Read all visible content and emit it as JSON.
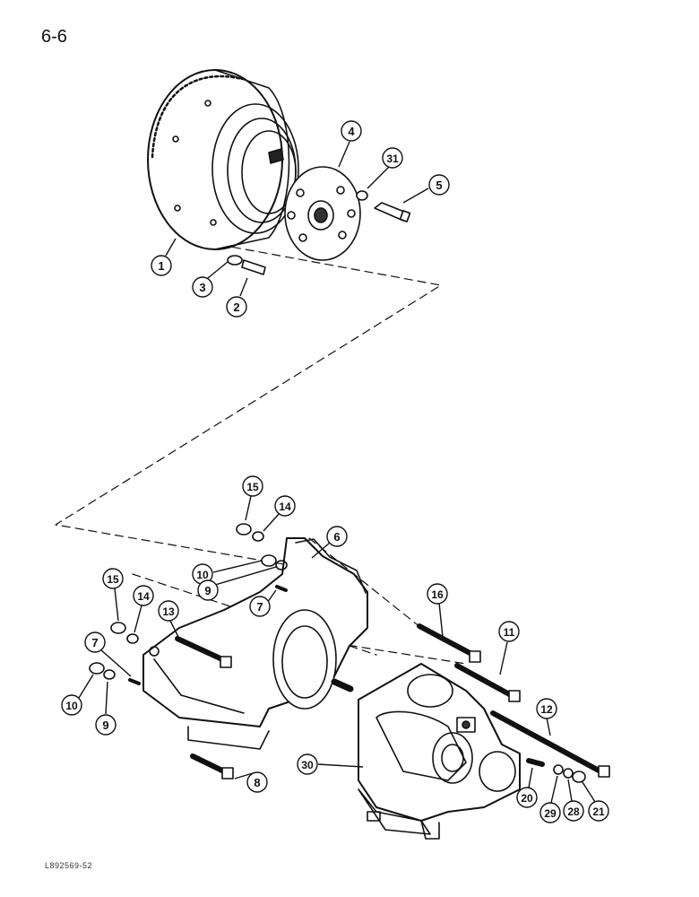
{
  "page": {
    "number": "6-6",
    "reference": "L892569-52"
  },
  "callouts": [
    {
      "id": "c1",
      "label": "1"
    },
    {
      "id": "c2",
      "label": "2"
    },
    {
      "id": "c3",
      "label": "3"
    },
    {
      "id": "c4",
      "label": "4"
    },
    {
      "id": "c31",
      "label": "31"
    },
    {
      "id": "c5",
      "label": "5"
    },
    {
      "id": "c15a",
      "label": "15"
    },
    {
      "id": "c14a",
      "label": "14"
    },
    {
      "id": "c6",
      "label": "6"
    },
    {
      "id": "c10a",
      "label": "10"
    },
    {
      "id": "c9a",
      "label": "9"
    },
    {
      "id": "c7a",
      "label": "7"
    },
    {
      "id": "c15b",
      "label": "15"
    },
    {
      "id": "c14b",
      "label": "14"
    },
    {
      "id": "c13",
      "label": "13"
    },
    {
      "id": "c7b",
      "label": "7"
    },
    {
      "id": "c10b",
      "label": "10"
    },
    {
      "id": "c9b",
      "label": "9"
    },
    {
      "id": "c16",
      "label": "16"
    },
    {
      "id": "c11",
      "label": "11"
    },
    {
      "id": "c12",
      "label": "12"
    },
    {
      "id": "c30",
      "label": "30"
    },
    {
      "id": "c8",
      "label": "8"
    },
    {
      "id": "c20",
      "label": "20"
    },
    {
      "id": "c29",
      "label": "29"
    },
    {
      "id": "c28",
      "label": "28"
    },
    {
      "id": "c21",
      "label": "21"
    }
  ]
}
